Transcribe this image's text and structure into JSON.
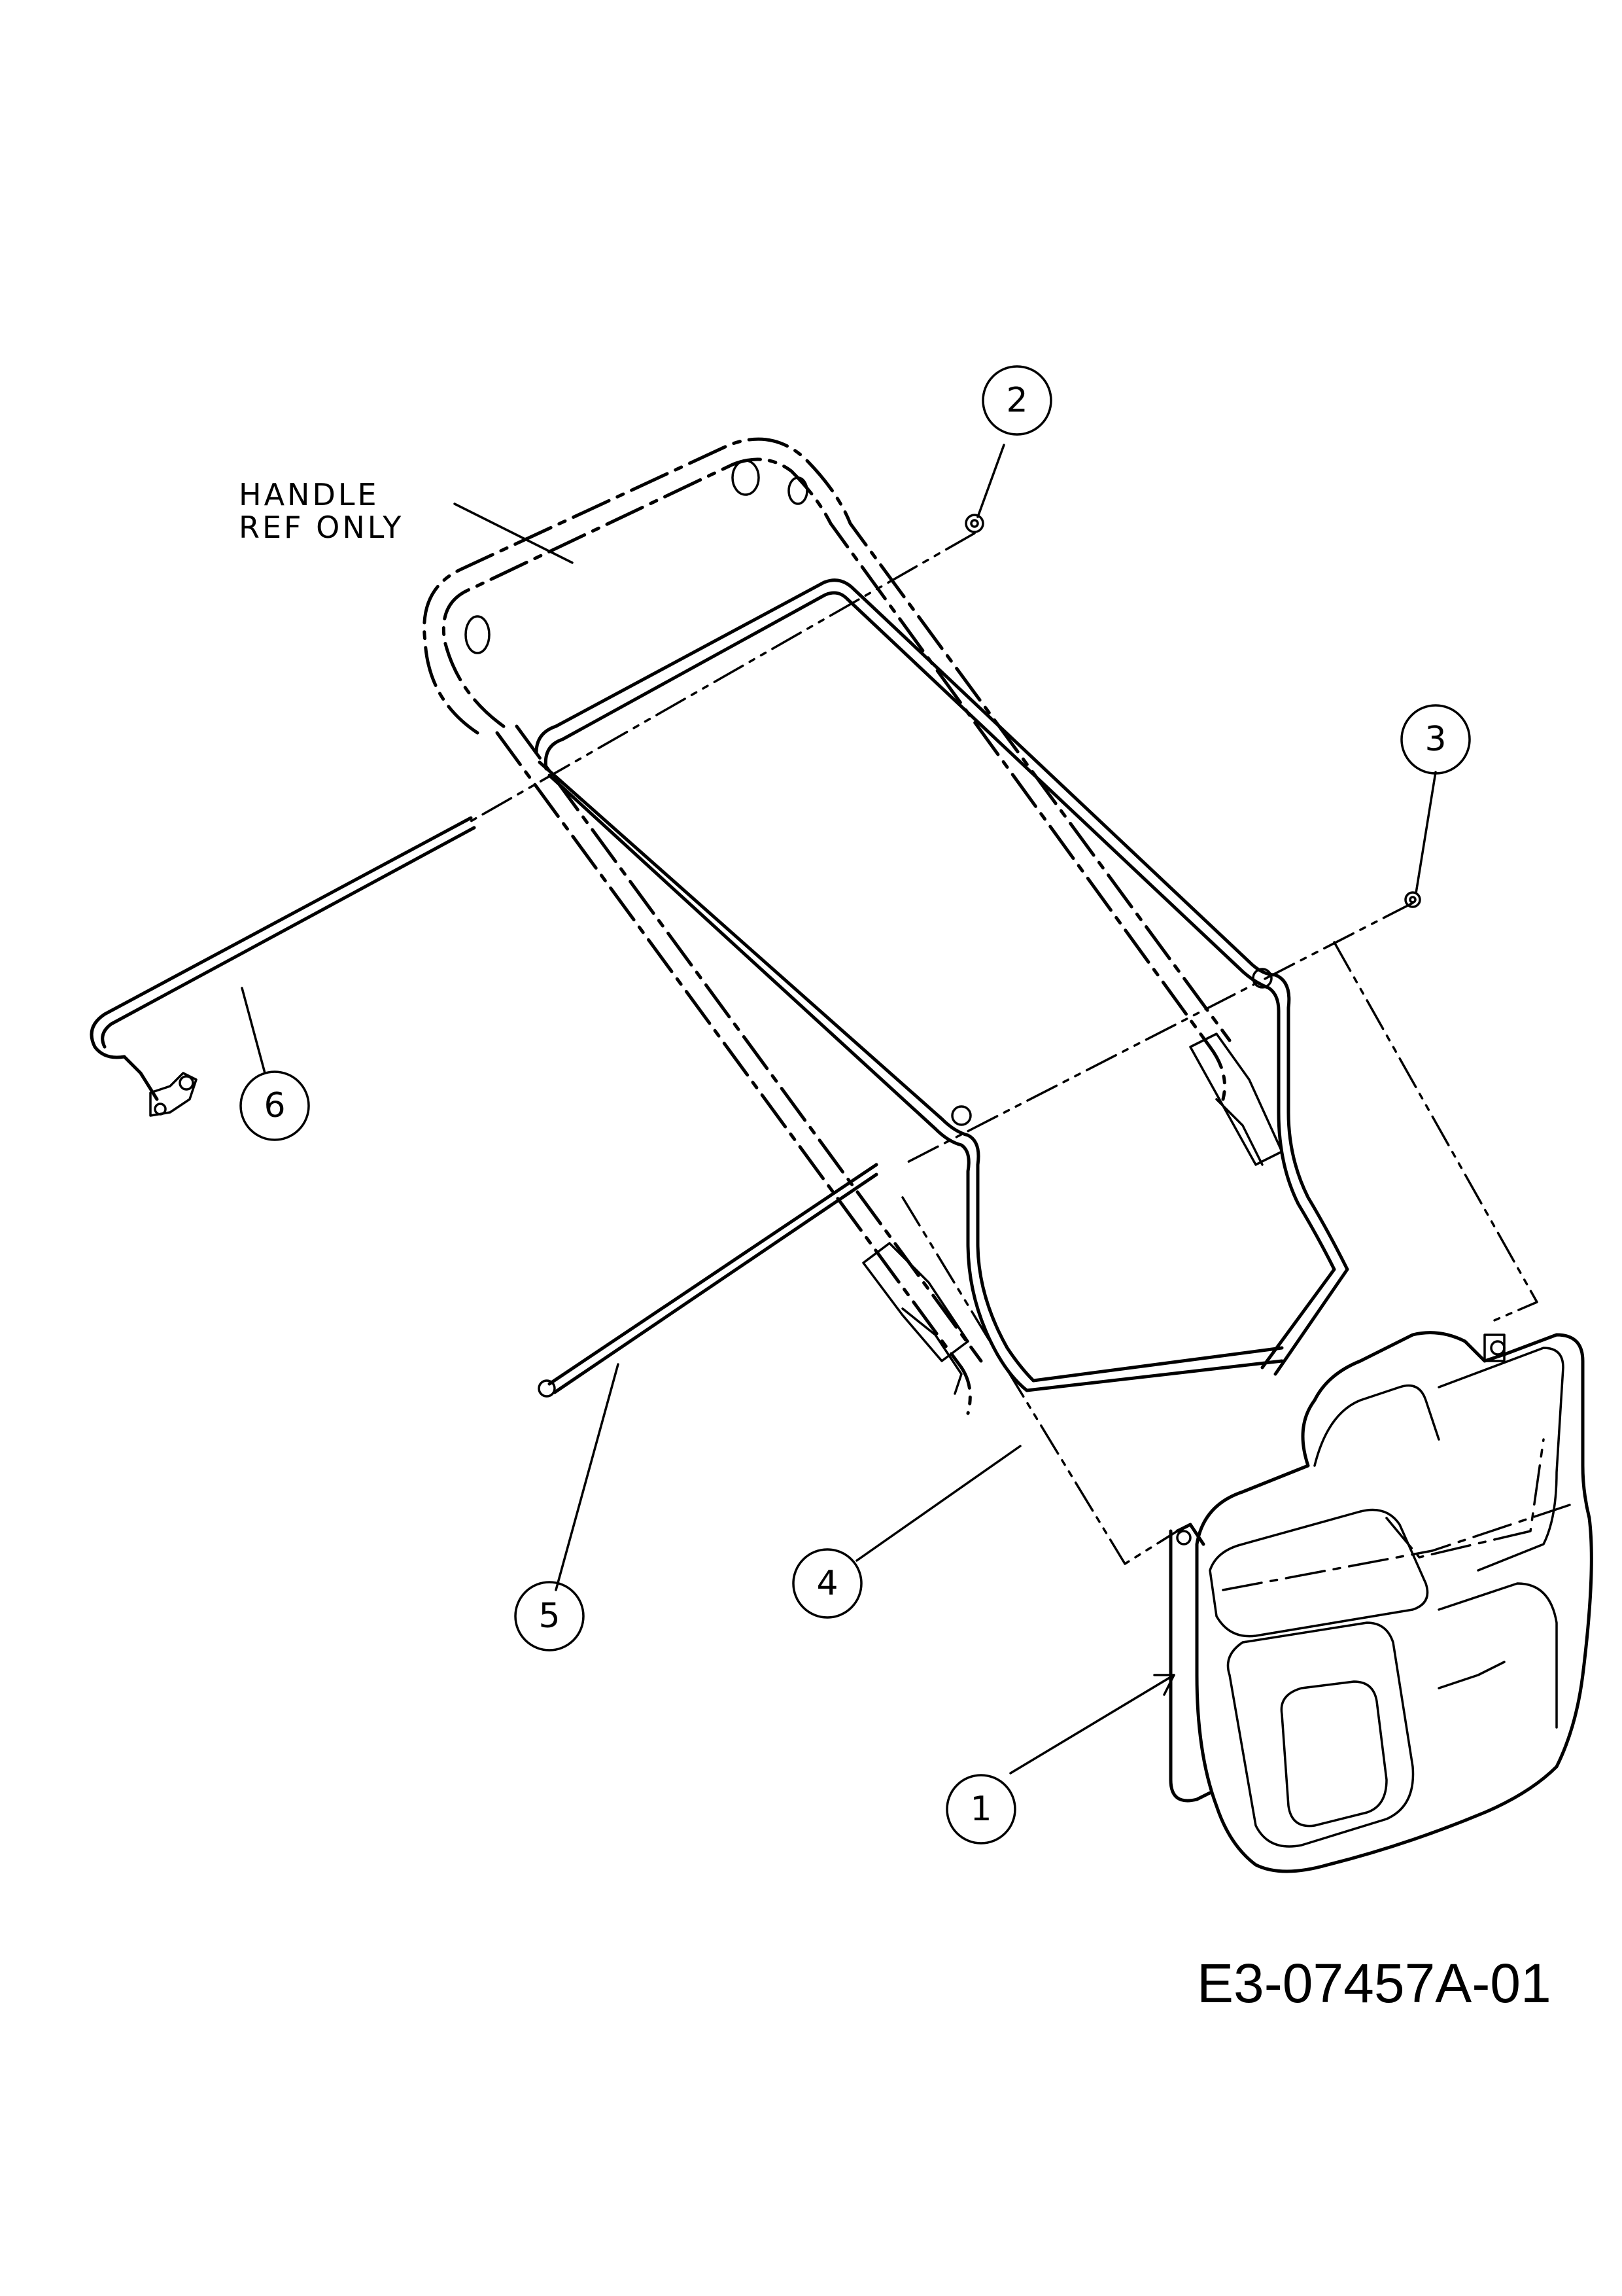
{
  "callouts": [
    {
      "id": "1",
      "label": "1"
    },
    {
      "id": "2",
      "label": "2"
    },
    {
      "id": "3",
      "label": "3"
    },
    {
      "id": "4",
      "label": "4"
    },
    {
      "id": "5",
      "label": "5"
    },
    {
      "id": "6",
      "label": "6"
    }
  ],
  "note": {
    "line1": "HANDLE",
    "line2": "REF  ONLY"
  },
  "drawing_code": "E3-07457A-01"
}
